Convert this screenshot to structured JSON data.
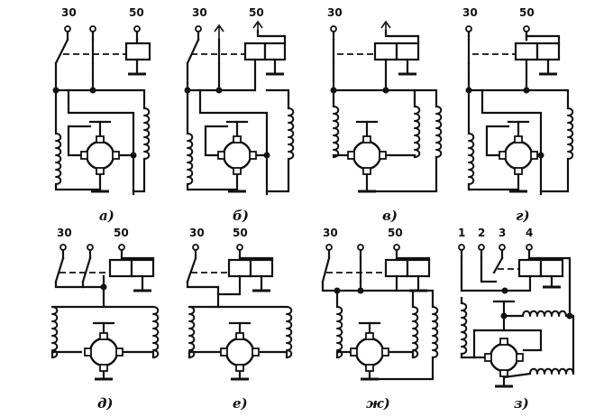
{
  "schemes": [
    {
      "caption": "а)",
      "terminals": [
        "30",
        "50"
      ]
    },
    {
      "caption": "б)",
      "terminals": [
        "30",
        "50"
      ]
    },
    {
      "caption": "в)",
      "terminals": [
        "30"
      ]
    },
    {
      "caption": "г)",
      "terminals": [
        "30",
        "50"
      ]
    },
    {
      "caption": "д)",
      "terminals": [
        "30",
        "50"
      ]
    },
    {
      "caption": "е)",
      "terminals": [
        "30",
        "50"
      ]
    },
    {
      "caption": "ж)",
      "terminals": [
        "30",
        "50"
      ]
    },
    {
      "caption": "з)",
      "terminals": [
        "1",
        "2",
        "3",
        "4"
      ]
    }
  ]
}
